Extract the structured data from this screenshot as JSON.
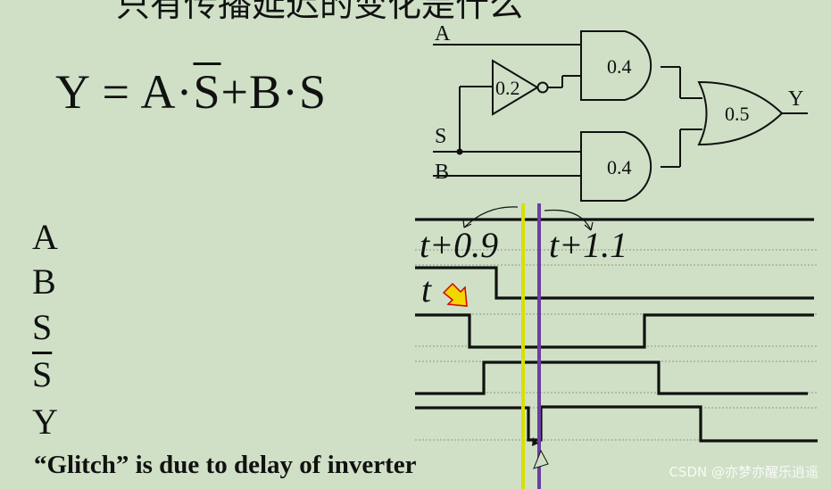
{
  "top_text": "只有传播延迟的变化是什么",
  "formula": {
    "lhs": "Y",
    "eq": "=",
    "a": "A",
    "dot1": "·",
    "s_bar": "S",
    "plus": "+",
    "b": "B",
    "dot2": "·",
    "s": "S"
  },
  "circuit": {
    "inputs": {
      "a": "A",
      "s": "S",
      "b": "B"
    },
    "output": "Y",
    "gates": {
      "inverter_delay": "0.2",
      "and_top_delay": "0.4",
      "and_bottom_delay": "0.4",
      "or_delay": "0.5"
    }
  },
  "timing": {
    "signals": [
      "A",
      "B",
      "S",
      "S",
      "Y"
    ],
    "marker_left": "t+0.9",
    "marker_right": "t+1.1",
    "t_label": "t",
    "colors": {
      "yellow_marker": "#d8e000",
      "purple_marker": "#6b3fa0",
      "arrow_fill": "#f2d600",
      "arrow_stroke": "#d40000"
    }
  },
  "caption": "“Glitch” is due to delay of inverter",
  "watermark": "CSDN @亦梦亦醒乐逍遥"
}
